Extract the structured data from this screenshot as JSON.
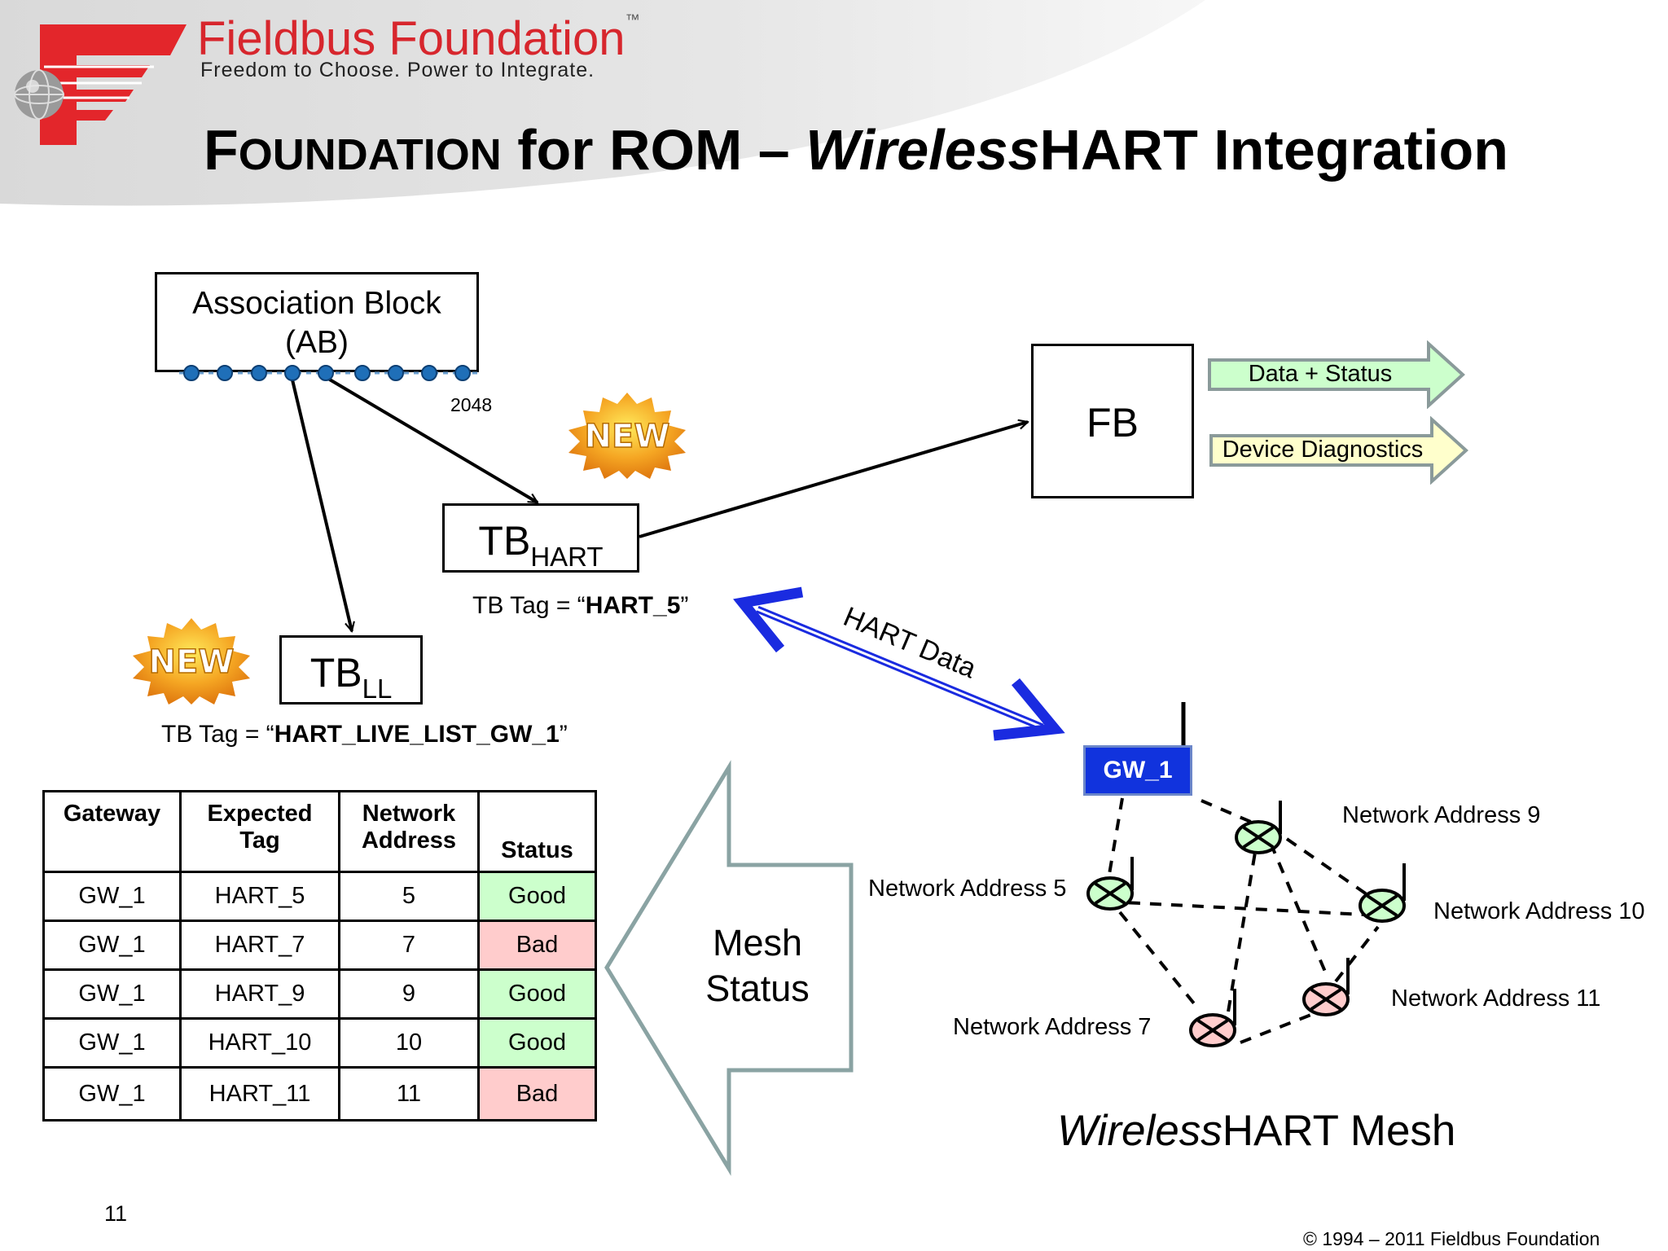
{
  "header": {
    "logo_title": "Fieldbus Foundation",
    "logo_tm": "™",
    "tagline": "Freedom to Choose. Power to Integrate.",
    "title_part1": "F",
    "title_part1_sc": "OUNDATION",
    "title_part2": " for ROM – ",
    "title_italic": "Wireless",
    "title_part3": "HART Integration"
  },
  "blocks": {
    "association_line1": "Association Block",
    "association_line2": "(AB)",
    "ab_count": "2048",
    "fb": "FB",
    "tb_hart_main": "TB",
    "tb_hart_sub": "HART",
    "tb_ll_main": "TB",
    "tb_ll_sub": "LL"
  },
  "captions": {
    "tb_tag_prefix": "TB Tag = “",
    "tb_hart_tag": "HART_5",
    "tb_ll_tag": "HART_LIVE_LIST_GW_1",
    "tb_tag_suffix": "”"
  },
  "badges": {
    "new_label": "NEW"
  },
  "outputs": {
    "data_status": "Data + Status",
    "device_diagnostics": "Device Diagnostics"
  },
  "hart_data_label": "HART Data",
  "table": {
    "headers": [
      {
        "line1": "Gateway",
        "line2": ""
      },
      {
        "line1": "Expected",
        "line2": "Tag"
      },
      {
        "line1": "Network",
        "line2": "Address"
      },
      {
        "line1": "",
        "line2": "Status"
      }
    ],
    "rows": [
      {
        "gateway": "GW_1",
        "tag": "HART_5",
        "address": "5",
        "status": "Good"
      },
      {
        "gateway": "GW_1",
        "tag": "HART_7",
        "address": "7",
        "status": "Bad"
      },
      {
        "gateway": "GW_1",
        "tag": "HART_9",
        "address": "9",
        "status": "Good"
      },
      {
        "gateway": "GW_1",
        "tag": "HART_10",
        "address": "10",
        "status": "Good"
      },
      {
        "gateway": "GW_1",
        "tag": "HART_11",
        "address": "11",
        "status": "Bad"
      }
    ]
  },
  "mesh_status": {
    "line1": "Mesh",
    "line2": "Status"
  },
  "mesh": {
    "gateway": "GW_1",
    "addr9": "Network Address 9",
    "addr5": "Network Address 5",
    "addr10": "Network Address 10",
    "addr11": "Network Address 11",
    "addr7": "Network Address 7",
    "title_italic": "Wireless",
    "title_rest": "HART Mesh"
  },
  "footer": {
    "page_number": "11",
    "copyright": "© 1994 – 2011 Fieldbus Foundation"
  },
  "colors": {
    "brand_red": "#d7262d",
    "good_green": "#ccffcc",
    "bad_red": "#ffcccc",
    "gateway_blue": "#1133dd",
    "arrow_blue": "#1a2be0",
    "output_arrow_fill": "#ccffcc",
    "output_arrow_border": "#8a9a9a"
  }
}
